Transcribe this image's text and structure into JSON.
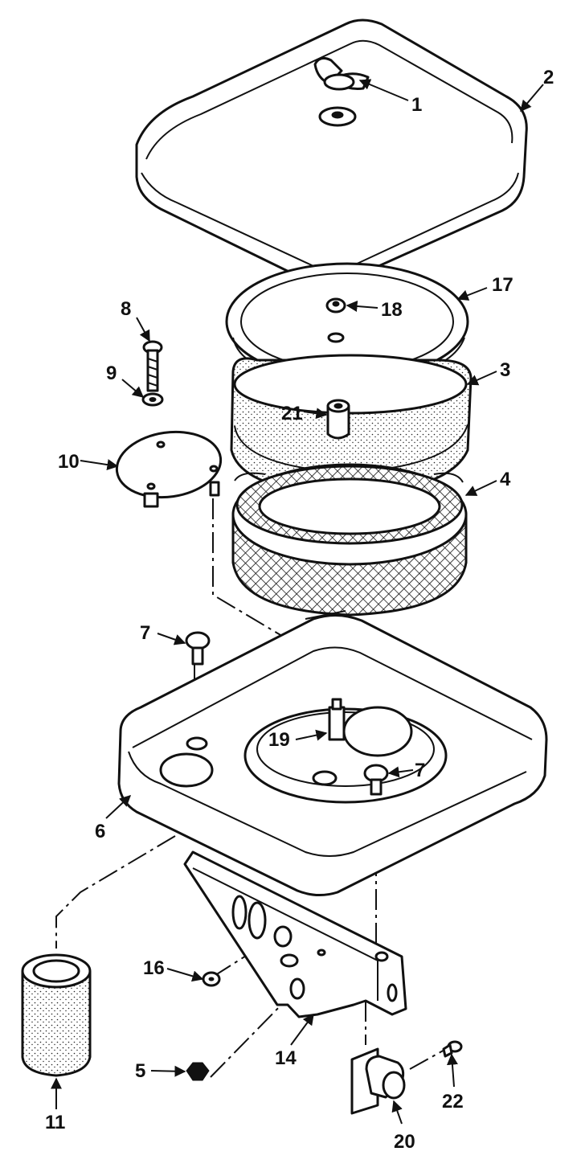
{
  "callouts": {
    "c1": "1",
    "c2": "2",
    "c3": "3",
    "c4": "4",
    "c5": "5",
    "c6": "6",
    "c7a": "7",
    "c7b": "7",
    "c8": "8",
    "c9": "9",
    "c10": "10",
    "c11": "11",
    "c14": "14",
    "c16": "16",
    "c17": "17",
    "c18": "18",
    "c19": "19",
    "c20": "20",
    "c21": "21",
    "c22": "22"
  },
  "colors": {
    "line": "#111111",
    "background": "#ffffff"
  }
}
